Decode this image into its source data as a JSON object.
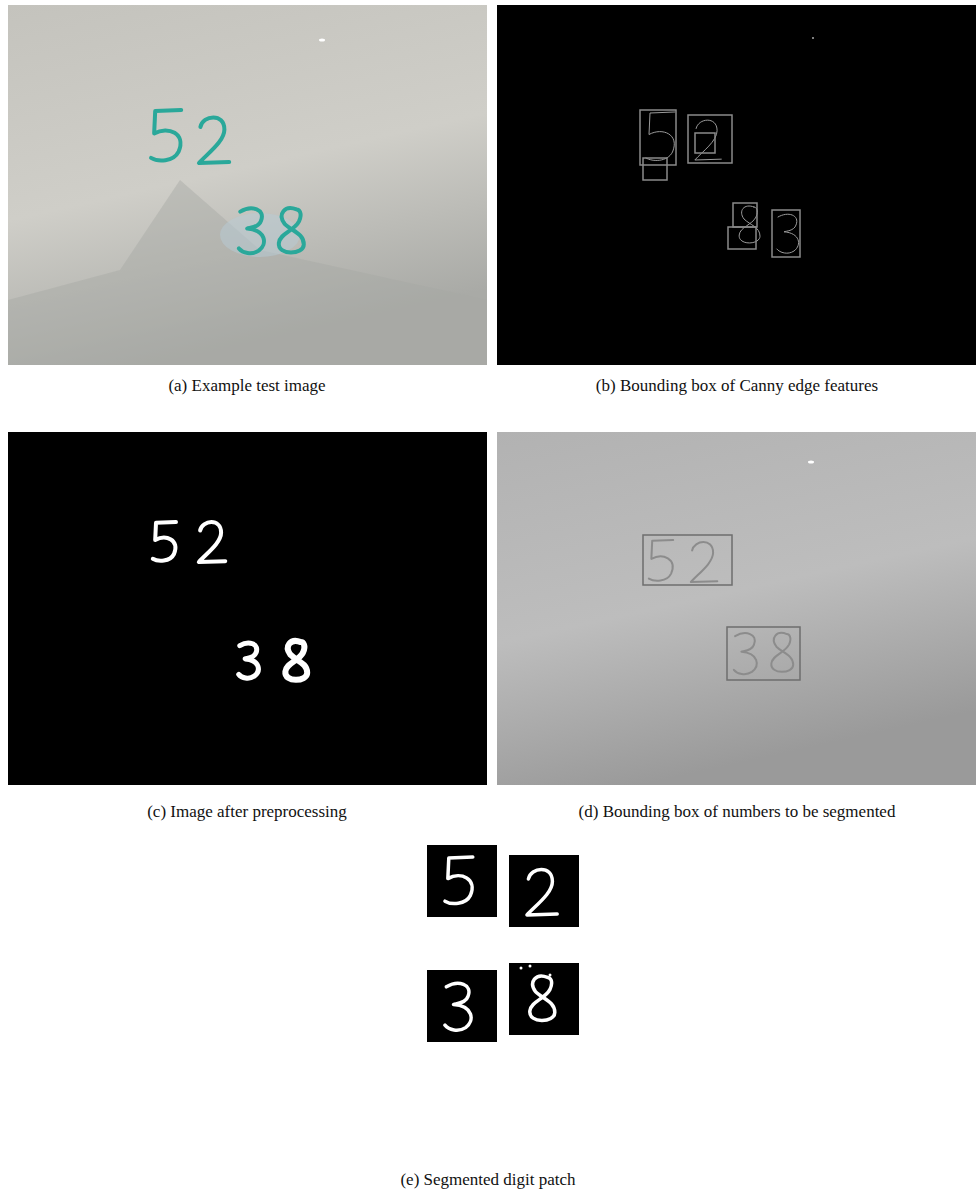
{
  "diagram": {
    "labels": [
      "(a) Example test image",
      "(b) Bounding box of Canny edge features",
      "(c) Image after preprocessing",
      "(d) Bounding box of numbers to be segmented",
      "(e) Segmented digit patch"
    ]
  }
}
